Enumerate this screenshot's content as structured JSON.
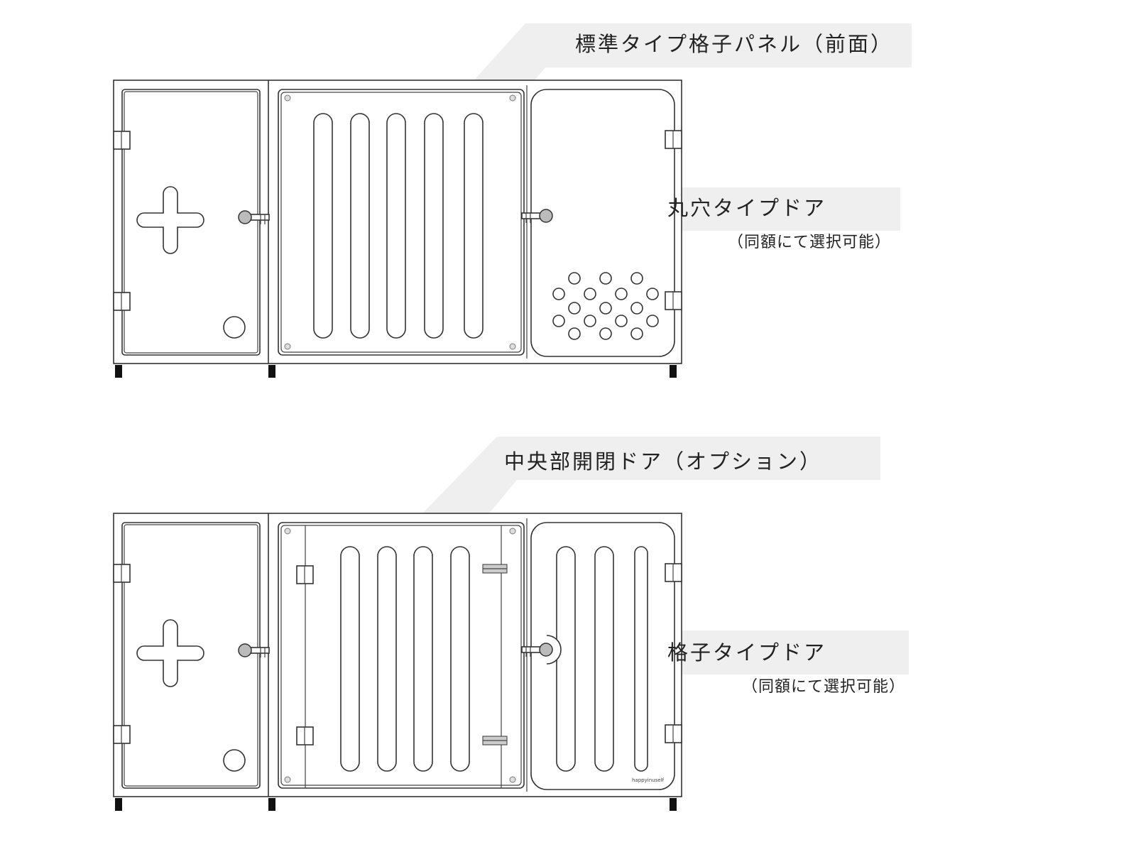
{
  "labels": {
    "top_panel": "標準タイプ格子パネル（前面）",
    "round_hole_door": "丸穴タイプドア",
    "round_hole_note": "（同額にて選択可能）",
    "center_door": "中央部開閉ドア（オプション）",
    "lattice_door": "格子タイプドア",
    "lattice_note": "（同額にて選択可能）"
  },
  "brand_mark": "happyinuself",
  "colors": {
    "line": "#333333",
    "callout": "#efefef",
    "feet": "#111111"
  }
}
